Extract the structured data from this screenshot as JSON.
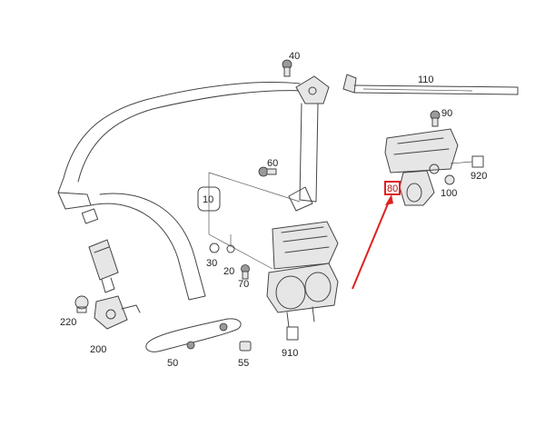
{
  "diagram": {
    "callouts": [
      {
        "id": "c40",
        "label": "40"
      },
      {
        "id": "c110",
        "label": "110"
      },
      {
        "id": "c90",
        "label": "90"
      },
      {
        "id": "c60",
        "label": "60"
      },
      {
        "id": "c920",
        "label": "920"
      },
      {
        "id": "c80",
        "label": "80"
      },
      {
        "id": "c100",
        "label": "100"
      },
      {
        "id": "c10",
        "label": "10"
      },
      {
        "id": "c30",
        "label": "30"
      },
      {
        "id": "c20",
        "label": "20"
      },
      {
        "id": "c70",
        "label": "70"
      },
      {
        "id": "c220",
        "label": "220"
      },
      {
        "id": "c200",
        "label": "200"
      },
      {
        "id": "c50",
        "label": "50"
      },
      {
        "id": "c55",
        "label": "55"
      },
      {
        "id": "c910",
        "label": "910"
      }
    ],
    "highlight_color": "#e02020",
    "line_color": "#444444"
  }
}
